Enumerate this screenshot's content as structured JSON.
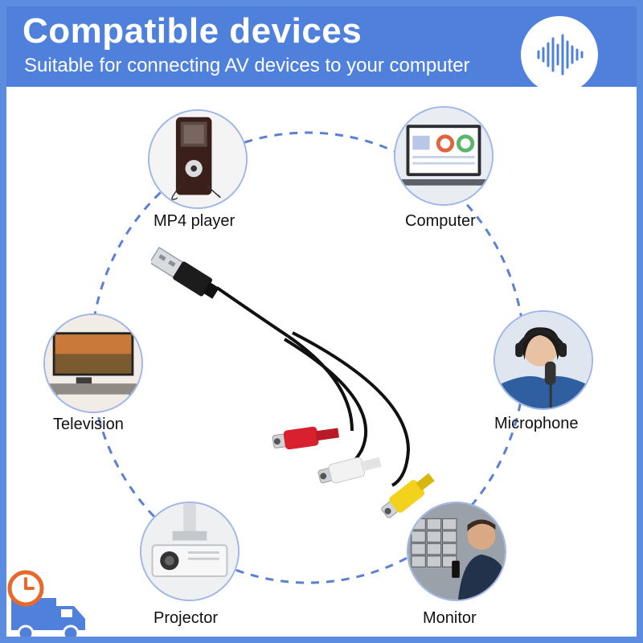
{
  "header": {
    "title": "Compatible devices",
    "subtitle": "Suitable for connecting AV devices to your computer",
    "badge_icon": "sound-wave-icon"
  },
  "devices": [
    {
      "label": "MP4 player",
      "icon": "mp4-player-icon"
    },
    {
      "label": "Computer",
      "icon": "laptop-icon"
    },
    {
      "label": "Television",
      "icon": "television-icon"
    },
    {
      "label": "Microphone",
      "icon": "microphone-icon"
    },
    {
      "label": "Projector",
      "icon": "projector-icon"
    },
    {
      "label": "Monitor",
      "icon": "monitor-icon"
    }
  ],
  "product": {
    "icon": "usb-to-rca-cable-icon",
    "connector_colors": [
      "#d8202e",
      "#f2f2f2",
      "#f3d21d"
    ]
  },
  "colors": {
    "brand_blue": "#4f81dc",
    "frame_blue": "#5b8ce0",
    "ring_dash": "#5b7fd4",
    "delivery_orange": "#e8692a"
  },
  "corner_icon": "delivery-truck-clock-icon"
}
